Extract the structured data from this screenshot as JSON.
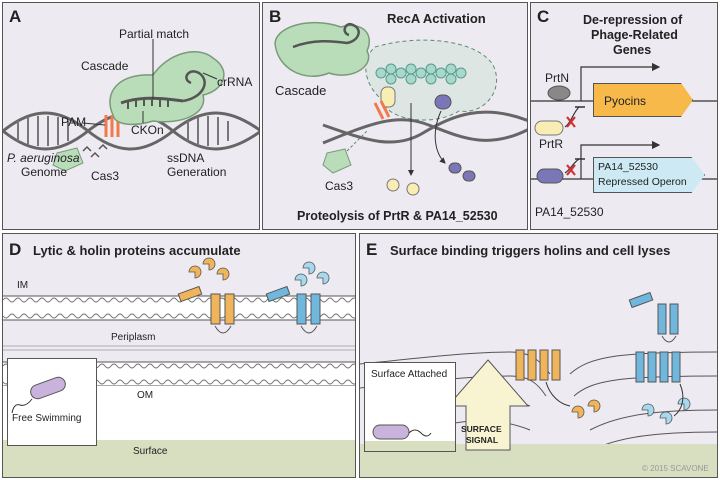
{
  "panel_a": {
    "label": "A",
    "cascade": "Cascade",
    "partial_match": "Partial match",
    "crrna": "crRNA",
    "pam": "PAM",
    "ckon": "CKOn",
    "genome_line1": "P. aeruginosa",
    "genome_line2": "Genome",
    "cas3": "Cas3",
    "ssdna_line1": "ssDNA",
    "ssdna_line2": "Generation"
  },
  "panel_b": {
    "label": "B",
    "title": "RecA Activation",
    "cascade": "Cascade",
    "cas3": "Cas3",
    "footer": "Proteolysis of PrtR & PA14_52530"
  },
  "panel_c": {
    "label": "C",
    "title_line1": "De-repression of",
    "title_line2": "Phage-Related",
    "title_line3": "Genes",
    "prtn": "PrtN",
    "pyocins": "Pyocins",
    "prtr": "PrtR",
    "operon_line1": "PA14_52530",
    "operon_line2": "Repressed Operon",
    "pa14": "PA14_52530"
  },
  "panel_d": {
    "label": "D",
    "title": "Lytic & holin proteins accumulate",
    "im": "IM",
    "periplasm": "Periplasm",
    "om": "OM",
    "free_swimming": "Free Swimming",
    "surface": "Surface"
  },
  "panel_e": {
    "label": "E",
    "title": "Surface binding triggers holins and cell lyses",
    "surface_attached": "Surface Attached",
    "signal_line1": "SURFACE",
    "signal_line2": "SIGNAL"
  },
  "copyright": "© 2015 SCAVONE",
  "colors": {
    "panel_bg": "#eeeaf2",
    "cascade_green": "#b9dcb9",
    "pyocins_orange": "#f6b94a",
    "operon_blue": "#cde9f4",
    "prtr_yellow": "#f8eeb4",
    "repressor_purple": "#7a76b8",
    "holin_orange": "#f0b55a",
    "holin_blue": "#6fb7dc",
    "repression_x": "#d03030"
  }
}
